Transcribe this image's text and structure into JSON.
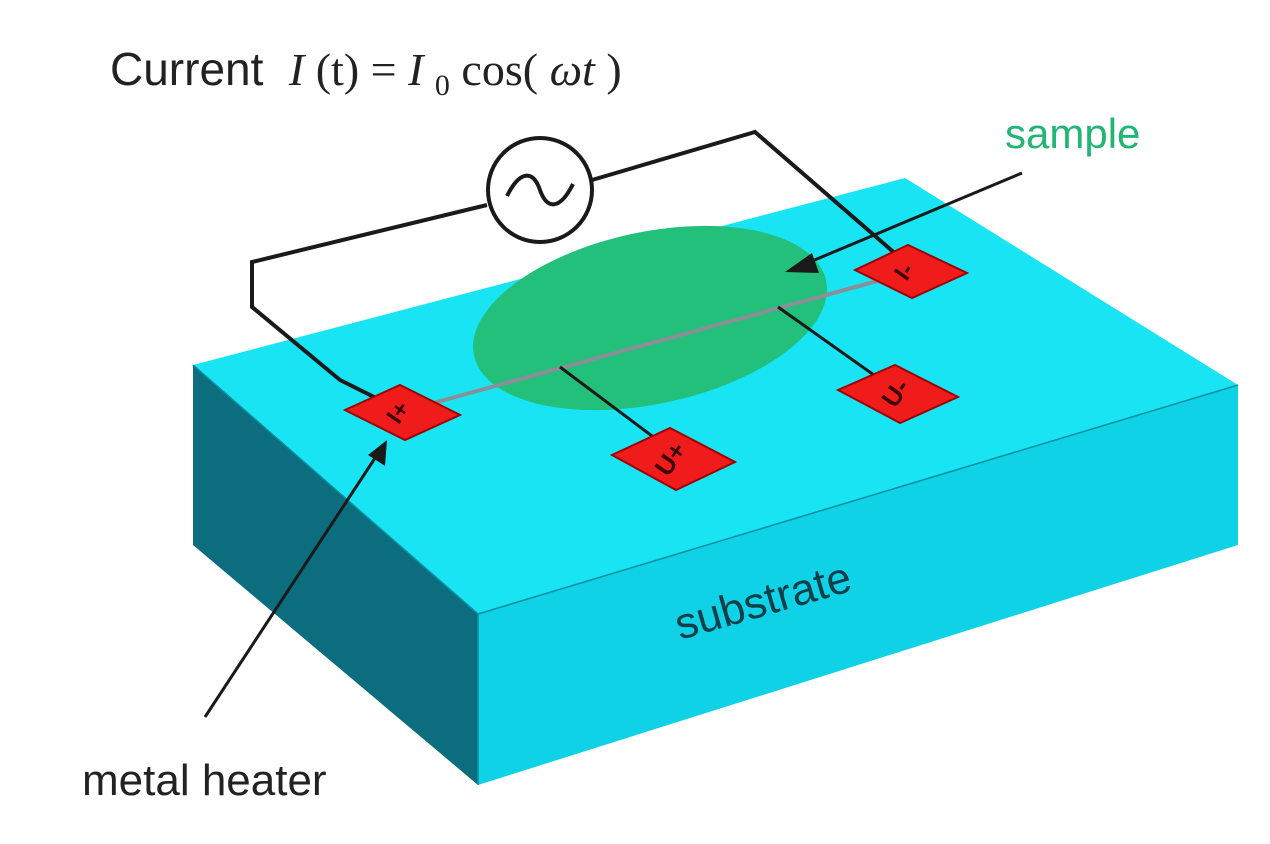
{
  "title": {
    "prefix": "Current",
    "formula_lhs_var": "I",
    "formula_lhs_arg": "(t)",
    "formula_eq": " = ",
    "formula_rhs_var": "I",
    "formula_rhs_sub": "0",
    "formula_rhs_func": " cos(",
    "formula_rhs_omega": "ωt",
    "formula_rhs_close": ")"
  },
  "labels": {
    "sample": "sample",
    "substrate": "substrate",
    "metal_heater": "metal heater"
  },
  "pads": {
    "i_plus": "I+",
    "i_minus": "I-",
    "u_plus": "U+",
    "u_minus": "U-"
  },
  "colors": {
    "substrate_top": "#18e4f4",
    "substrate_front": "#10d2e6",
    "substrate_side": "#0b6d7e",
    "sample": "#22c07a",
    "sample_label": "#22b573",
    "pad": "#f01c1c",
    "wire": "#1a1a1a"
  },
  "icons": {
    "ac_source": "ac-source-icon"
  }
}
